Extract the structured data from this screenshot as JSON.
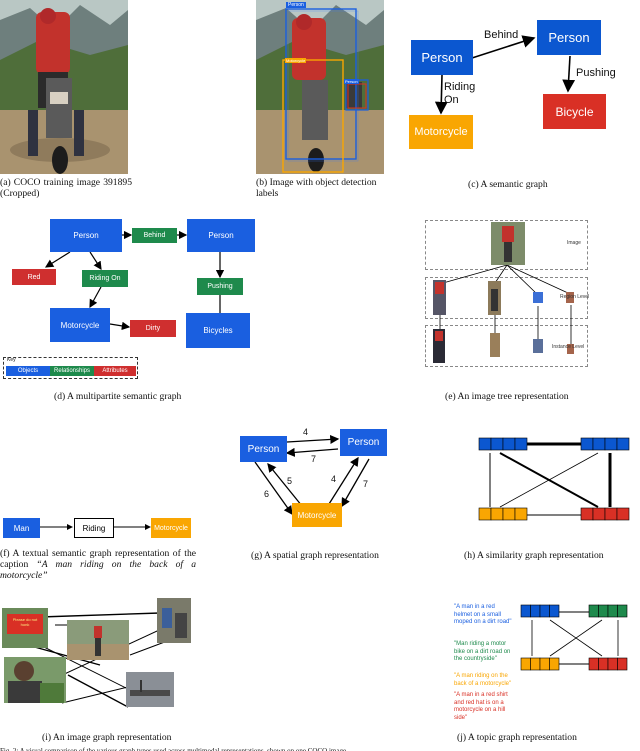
{
  "panels": {
    "a": {
      "caption": "(a)   COCO   training   image 391895 (Cropped)"
    },
    "b": {
      "caption": "(b) Image with object detection labels",
      "boxes": {
        "person": "Person",
        "bicycle": "Person",
        "motorcycle": "Motorcycle"
      }
    },
    "c": {
      "caption": "(c) A semantic graph",
      "nodes": {
        "person1": "Person",
        "person2": "Person",
        "bicycle": "Bicycle",
        "motorcycle": "Motorcycle"
      },
      "edges": {
        "behind": "Behind",
        "pushing": "Pushing",
        "riding_on": "Riding\nOn"
      },
      "colors": {
        "object": "#0b57d0",
        "bicycle": "#d93025",
        "motorcycle": "#f9a602"
      }
    },
    "d": {
      "caption": "(d) A multipartite semantic graph",
      "nodes": {
        "person1": "Person",
        "person2": "Person",
        "behind": "Behind",
        "red": "Red",
        "riding_on": "Riding On",
        "pushing": "Pushing",
        "motorcycle": "Motorcycle",
        "dirty": "Dirty",
        "bicycles": "Bicycles"
      },
      "key": {
        "title": "Key",
        "objects": "Objects",
        "relationships": "Relationships",
        "attributes": "Attributes"
      },
      "colors": {
        "object": "#1a5fe0",
        "relationship": "#1e8a4c",
        "attribute": "#cf2f2f"
      }
    },
    "e": {
      "caption": "(e) An image tree representation",
      "levels": {
        "image": "Image",
        "region": "Region Level",
        "instance": "Instance Level"
      }
    },
    "f": {
      "caption_prefix": "(f) A textual semantic graph representation of the caption ",
      "caption_quote": "“A man riding on the back of a motorcycle”",
      "nodes": {
        "man": "Man",
        "riding": "Riding",
        "motorcycle": "Motorcycle"
      }
    },
    "g": {
      "caption": "(g) A spatial graph representation",
      "nodes": {
        "person1": "Person",
        "person2": "Person",
        "motorcycle": "Motorcycle"
      },
      "weights": {
        "top_forward": "4",
        "top_back": "7",
        "left_down": "6",
        "left_up": "5",
        "right_up": "4",
        "right_down": "7"
      }
    },
    "h": {
      "caption": "(h) A similarity graph representation"
    },
    "i": {
      "caption": "(i) An image graph representation",
      "sign_text": "Please do not honk"
    },
    "j": {
      "caption": "(j) A topic graph representation",
      "quotes": [
        {
          "text": "\"A man in a red helmet on a small moped on a dirt road\"",
          "color": "#1a5fe0"
        },
        {
          "text": "\"Man riding a motor bike on a dirt road on the countryside\"",
          "color": "#1e8a4c"
        },
        {
          "text": "\"A man riding on the back of a motorcycle\"",
          "color": "#f9a602"
        },
        {
          "text": "\"A man in a red shirt and red hat is on a motorcycle on a hill side\"",
          "color": "#d93025"
        }
      ]
    }
  },
  "figure_caption": "Fig. 2: A visual comparison of the various graph types used across multimodal representations, shown on one COCO image"
}
